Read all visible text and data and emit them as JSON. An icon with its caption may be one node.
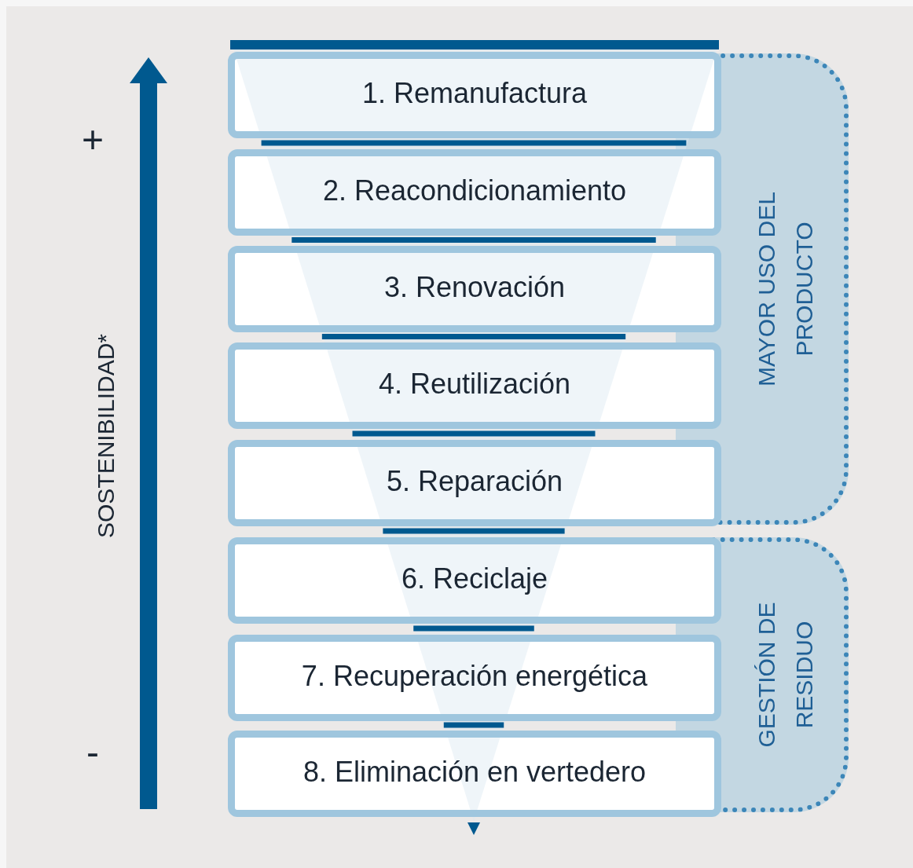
{
  "diagram": {
    "nodes": [
      {
        "text": [
          "1. Remanufactura"
        ]
      },
      {
        "text": [
          "2. Reacondicionamiento"
        ]
      },
      {
        "text": [
          "3. Renovación"
        ]
      },
      {
        "text": [
          "4. Reutilización"
        ]
      },
      {
        "text": [
          "5. Reparación"
        ]
      },
      {
        "text": [
          "6. Reciclaje"
        ]
      },
      {
        "text": [
          "7. Recuperación energética"
        ]
      },
      {
        "text": [
          "8. Eliminación en vertedero"
        ]
      },
      {
        "text": [
          "MAYOR USO DEL PRODUCTO"
        ]
      },
      {
        "text": [
          "GESTIÓN DE RESIDUO"
        ]
      }
    ],
    "labels": [
      "+",
      "SOSTENIBILIDAD*",
      "-"
    ]
  }
}
